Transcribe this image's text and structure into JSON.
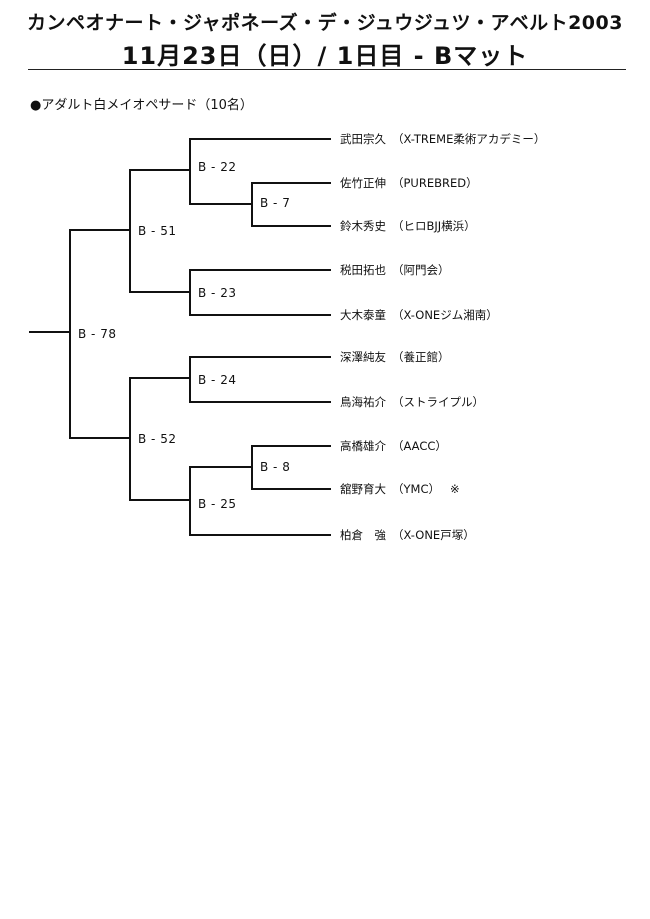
{
  "header": {
    "title": "カンペオナート・ジャポネーズ・デ・ジュウジュツ・アベルト2003",
    "subtitle": "11月23日（日）/ 1日目 - Bマット"
  },
  "category": "●アダルト白メイオペサード（10名）",
  "matches": [
    "B - 78",
    "B - 51",
    "B - 52",
    "B - 22",
    "B - 23",
    "B - 24",
    "B - 25",
    "B - 7",
    "B - 8"
  ],
  "entrants": [
    {
      "name": "武田宗久",
      "team": "（X-TREME柔術アカデミー）",
      "note": ""
    },
    {
      "name": "佐竹正伸",
      "team": "（PUREBRED）",
      "note": ""
    },
    {
      "name": "鈴木秀史",
      "team": "（ヒロBJJ横浜）",
      "note": ""
    },
    {
      "name": "税田拓也",
      "team": "（阿門会）",
      "note": ""
    },
    {
      "name": "大木泰童",
      "team": "（X-ONEジム湘南）",
      "note": ""
    },
    {
      "name": "深澤純友",
      "team": "（養正館）",
      "note": ""
    },
    {
      "name": "鳥海祐介",
      "team": "（ストライプル）",
      "note": ""
    },
    {
      "name": "高橋雄介",
      "team": "（AACC）",
      "note": ""
    },
    {
      "name": "舘野育大",
      "team": "（YMC）",
      "note": "※"
    },
    {
      "name": "柏倉　強",
      "team": "（X-ONE戸塚）",
      "note": ""
    }
  ]
}
